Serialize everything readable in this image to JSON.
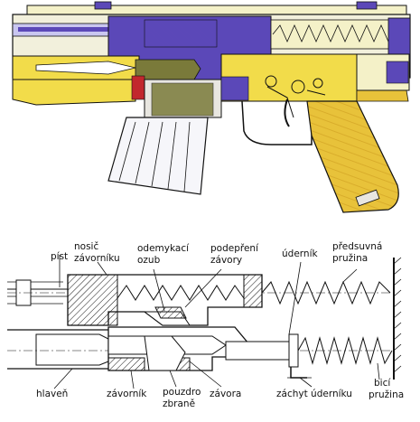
{
  "labels": {
    "pist": "píst",
    "nosic_line1": "nosič",
    "nosic_line2": "závorníku",
    "odemykaci_line1": "odemykací",
    "odemykaci_line2": "ozub",
    "podepreni_line1": "podepření",
    "podepreni_line2": "závory",
    "udernik": "úderník",
    "predsuvna_line1": "předsuvná",
    "predsuvna_line2": "pružina",
    "hlaven": "hlaveň",
    "zavornik": "závorník",
    "pouzdro_line1": "pouzdro",
    "pouzdro_line2": "zbraně",
    "zavora": "závora",
    "zachyt": "záchyt úderníku",
    "bici_line1": "bicí",
    "bici_line2": "pružina"
  },
  "colors": {
    "purple": "#5b48b8",
    "yellow": "#f2dc4a",
    "wood": "#e8c23a",
    "olive": "#7a7a3a",
    "cream": "#f4f1c8",
    "red": "#c2272d",
    "line": "#111111"
  }
}
